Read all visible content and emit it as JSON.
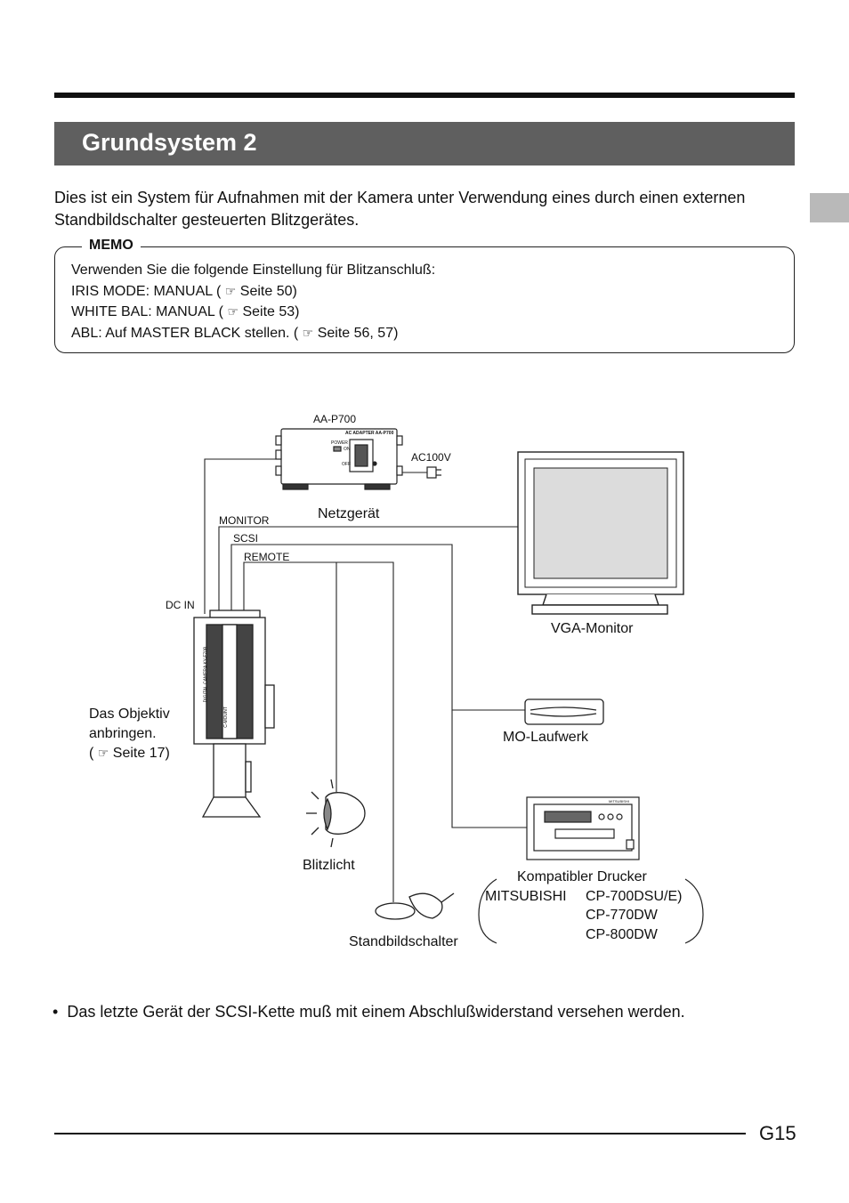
{
  "page": {
    "title": "Grundsystem 2",
    "intro": "Dies ist ein System für Aufnahmen mit der Kamera unter Verwendung eines durch einen externen Standbildschalter gesteuerten Blitzgerätes.",
    "page_number": "G15"
  },
  "memo": {
    "title": "MEMO",
    "line1": "Verwenden Sie die folgende Einstellung für Blitzanschluß:",
    "line2_a": "IRIS MODE: MANUAL (",
    "line2_b": "Seite 50)",
    "line3_a": "WHITE BAL: MANUAL (",
    "line3_b": "Seite 53)",
    "line4_a": "ABL: Auf MASTER BLACK stellen. (",
    "line4_b": "Seite 56, 57)",
    "ref_icon": "pointing-hand-icon",
    "ref_glyph": "☞"
  },
  "diagram": {
    "adapter_model": "AA-P700",
    "adapter_panel": "AC ADAPTER AA-P700",
    "adapter_power": "POWER",
    "adapter_on": "ON",
    "adapter_off": "OFF",
    "ac_label": "AC100V",
    "power_unit": "Netzgerät",
    "port_monitor": "MONITOR",
    "port_scsi": "SCSI",
    "port_remote": "REMOTE",
    "port_dcin": "DC IN",
    "camera_text": "DIGITAL CAMERA KY-F70B",
    "camera_mount": "C-MOUNT",
    "monitor_label": "VGA-Monitor",
    "mo_label": "MO-Laufwerk",
    "lens_line1": "Das Objektiv",
    "lens_line2": "anbringen.",
    "lens_line3_a": "(",
    "lens_line3_b": "Seite 17)",
    "flash_label": "Blitzlicht",
    "switch_label": "Standbildschalter",
    "printer_brand_small": "MITSUBISHI",
    "printer_title": "Kompatibler Drucker",
    "printer_brand": "MITSUBISHI",
    "printer_model1": "CP-700DSU/E)",
    "printer_model2": "CP-770DW",
    "printer_model3": "CP-800DW"
  },
  "note": {
    "bullet": "•",
    "text": "Das letzte Gerät der SCSI-Kette muß mit einem Abschlußwiderstand versehen werden."
  }
}
